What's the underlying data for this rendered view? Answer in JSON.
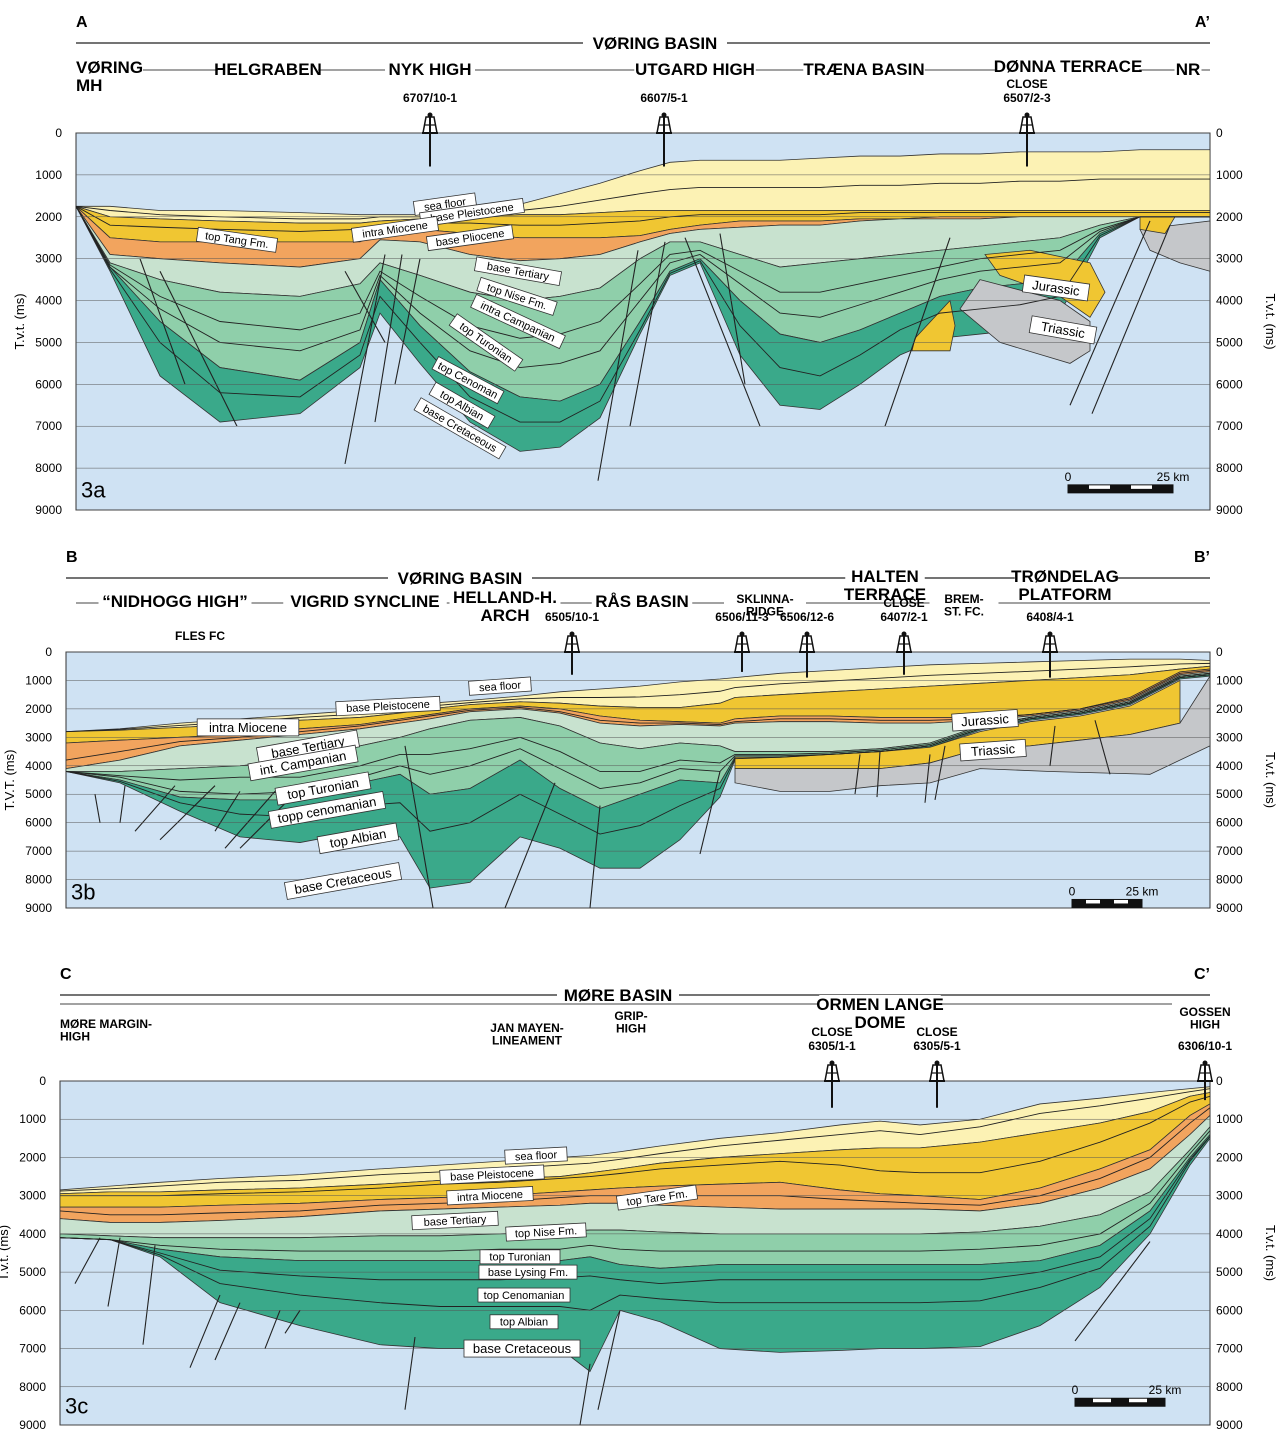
{
  "colors": {
    "sea": "#cfe2f3",
    "pleistocene": "#fcf2b4",
    "pliocene": "#f7e27a",
    "miocene": "#f0c632",
    "orange": "#f2a45e",
    "tertiary": "#c8e2cf",
    "upper_cret": "#8fcfaa",
    "lower_cret": "#3aa98a",
    "grey": "#c5c7ca",
    "jurassic": "#f0c632"
  },
  "panels": [
    {
      "id": "3a",
      "left_end": "A",
      "right_end": "A’",
      "main_title": "VØRING BASIN",
      "subtitles": [
        "VØRING\nMH",
        "HELGRABEN",
        "NYK HIGH",
        "UTGARD HIGH",
        "TRÆNA BASIN",
        "DØNNA TERRACE",
        "NR"
      ],
      "wells": [
        {
          "name": "6707/10-1",
          "close": ""
        },
        {
          "name": "6607/5-1",
          "close": ""
        },
        {
          "name": "6507/2-3",
          "close": "CLOSE"
        }
      ],
      "y_ticks": [
        "0",
        "1000",
        "2000",
        "3000",
        "4000",
        "5000",
        "6000",
        "7000",
        "8000",
        "9000"
      ],
      "left_axis": "T.v.t. (ms)",
      "right_axis": "T.v.t. (ms)",
      "labels": [
        "sea floor",
        "base Pleistocene",
        "intra Miocene",
        "base Pliocene",
        "top Tang Fm.",
        "base Tertiary",
        "top Nise Fm.",
        "intra Campanian",
        "top Turonian",
        "top Cenoman",
        "top Albian",
        "base Cretaceous",
        "Jurassic",
        "Triassic"
      ],
      "panel_number": "3a",
      "scale": {
        "start": "0",
        "end": "25 km"
      }
    },
    {
      "id": "3b",
      "left_end": "B",
      "right_end": "B’",
      "main_title": "VØRING BASIN",
      "subtitles": [
        "“NIDHOGG HIGH”",
        "VIGRID SYNCLINE",
        "HELLAND-H.\nARCH",
        "RÅS BASIN",
        "SKLINNA-\nRIDGE",
        "HALTEN\nTERRACE",
        "BREM-\nST. FC.",
        "TRØNDELAG\nPLATFORM",
        "FLES FC"
      ],
      "wells": [
        {
          "name": "6505/10-1",
          "close": ""
        },
        {
          "name": "6506/11-3",
          "close": ""
        },
        {
          "name": "6506/12-6",
          "close": ""
        },
        {
          "name": "6407/2-1",
          "close": "CLOSE"
        },
        {
          "name": "6408/4-1",
          "close": ""
        }
      ],
      "y_ticks": [
        "0",
        "1000",
        "2000",
        "3000",
        "4000",
        "5000",
        "6000",
        "7000",
        "8000",
        "9000"
      ],
      "left_axis": "T.V.T. (ms)",
      "right_axis": "T.v.t. (ms)",
      "labels": [
        "sea floor",
        "base Pleistocene",
        "intra Miocene",
        "base Tertiary",
        "int. Campanian",
        "top Turonian",
        "topp cenomanian",
        "top Albian",
        "base Cretaceous",
        "Jurassic",
        "Triassic"
      ],
      "panel_number": "3b",
      "scale": {
        "start": "0",
        "end": "25 km"
      }
    },
    {
      "id": "3c",
      "left_end": "C",
      "right_end": "C’",
      "main_title": "MØRE BASIN",
      "subtitles": [
        "MØRE MARGIN-\nHIGH",
        "JAN MAYEN-\nLINEAMENT",
        "GRIP-\nHIGH",
        "ORMEN LANGE\nDOME",
        "GOSSEN\nHIGH"
      ],
      "wells": [
        {
          "name": "6305/1-1",
          "close": "CLOSE"
        },
        {
          "name": "6305/5-1",
          "close": "CLOSE"
        },
        {
          "name": "6306/10-1",
          "close": ""
        }
      ],
      "y_ticks": [
        "0",
        "1000",
        "2000",
        "3000",
        "4000",
        "5000",
        "6000",
        "7000",
        "8000",
        "9000"
      ],
      "left_axis": "T.v.t. (ms)",
      "right_axis": "T.v.t. (ms)",
      "labels": [
        "sea floor",
        "base Pleistocene",
        "intra Miocene",
        "top Tare Fm.",
        "base Tertiary",
        "top Nise Fm.",
        "top Turonian",
        "base Lysing Fm.",
        "top Cenomanian",
        "top Albian",
        "base Cretaceous"
      ],
      "panel_number": "3c",
      "scale": {
        "start": "0",
        "end": "25 km"
      }
    }
  ]
}
